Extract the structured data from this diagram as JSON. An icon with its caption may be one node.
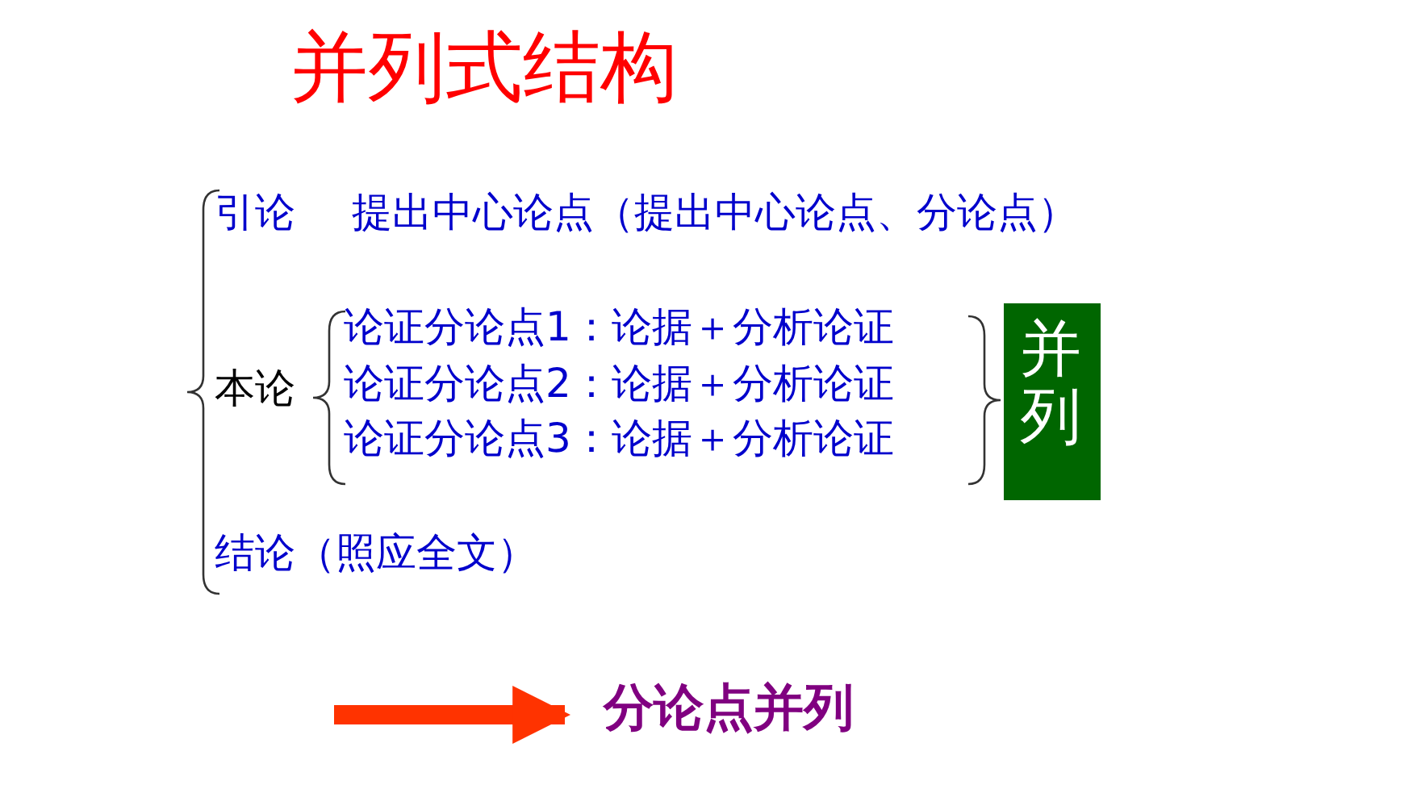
{
  "diagram": {
    "title": "并列式结构",
    "nodes": [
      {
        "text": [
          "并列"
        ]
      },
      {
        "text": [
          "分论点并列"
        ]
      }
    ],
    "edges": [
      {
        "from": null,
        "to": 1,
        "arrow": "to",
        "color": "#ff3300"
      }
    ],
    "labels": [
      "引论",
      "提出中心论点（提出中心论点、分论点）",
      "论证分论点1：论据＋分析论证",
      "本论",
      "论证分论点2：论据＋分析论证",
      "论证分论点3：论据＋分析论证",
      "结论（照应全文）"
    ]
  }
}
